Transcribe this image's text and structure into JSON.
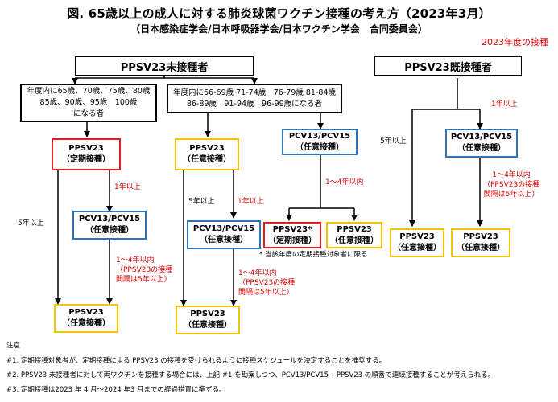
{
  "title": "図. 65歳以上の成人に対する肺炎球菌ワクチン接種の考え方（2023年3月）",
  "subtitle": "（日本感染症学会/日本呼吸器学会/日本ワクチン学会　合同委員会）",
  "year_label": "2023年度の接種",
  "headers": {
    "unvaccinated": "PPSV23未接種者",
    "vaccinated": "PPSV23既接種者"
  },
  "age_boxes": {
    "left_line1": "年度内に65歳、70歳、75歳、80歳",
    "left_line2": "85歳、90歳、95歳　100歳",
    "left_line3": "になる者",
    "right_line1": "年度内に66-69歳 71-74歳　76-79歳 81-84歳",
    "right_line2": "86-89歳　91-94歳　96-99歳になる者"
  },
  "vaccines": {
    "ppsv23": "PPSV23",
    "pcv": "PCV13/PCV15",
    "ppsv23_star": "PPSV23*",
    "routine": "（定期接種）",
    "routine_short": "（定期接種）",
    "voluntary": "（任意接種）"
  },
  "intervals": {
    "five_years": "5年以上",
    "one_year": "1年以上",
    "one_to_four": "1～4年以内",
    "ppsv_interval_l1": "（PPSV23の接種",
    "ppsv_interval_l2": "間隔は5年以上）"
  },
  "footnote_star": "* 当該年度の定期接種対象者に限る",
  "notes": {
    "heading": "注意",
    "n1": "#1. 定期接種対象者が、定期接種による PPSV23 の接種を受けられるように接種スケジュールを決定することを推奨する。",
    "n2": "#2. PPSV23 未接種者に対して両ワクチンを接種する場合には、上記 #1 を勘案しつつ、PCV13/PCV15→ PPSV23 の順番で連続接種することが考えられる。",
    "n3": "#3. 定期接種は2023 年 4 月～2024 年3 月までの経過措置に準ずる。"
  },
  "colors": {
    "routine": "#e02020",
    "voluntary": "#f5c400",
    "pcv": "#2f75b5",
    "interval_text": "#e00000"
  }
}
